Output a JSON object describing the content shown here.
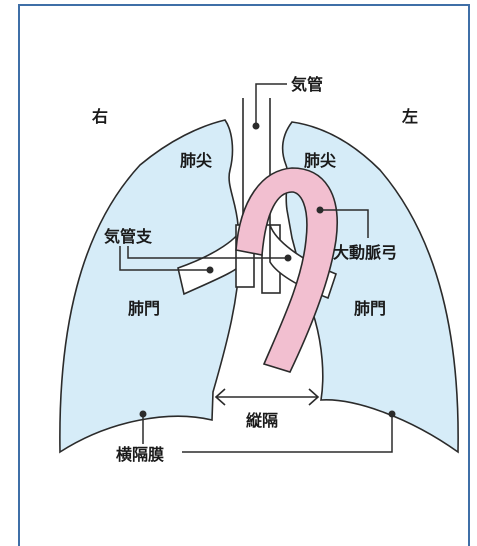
{
  "diagram": {
    "labels": {
      "right": "右",
      "left": "左",
      "trachea": "気管",
      "apex_right": "肺尖",
      "apex_left": "肺尖",
      "bronchus": "気管支",
      "aortic_arch": "大動脈弓",
      "hilum_right": "肺門",
      "hilum_left": "肺門",
      "mediastinum": "縦隔",
      "diaphragm": "横隔膜"
    },
    "colors": {
      "frame": "#3f6fa7",
      "lung_fill": "#d6ecf8",
      "aorta_fill": "#f2bfd0",
      "outline": "#2b2b2b"
    }
  }
}
